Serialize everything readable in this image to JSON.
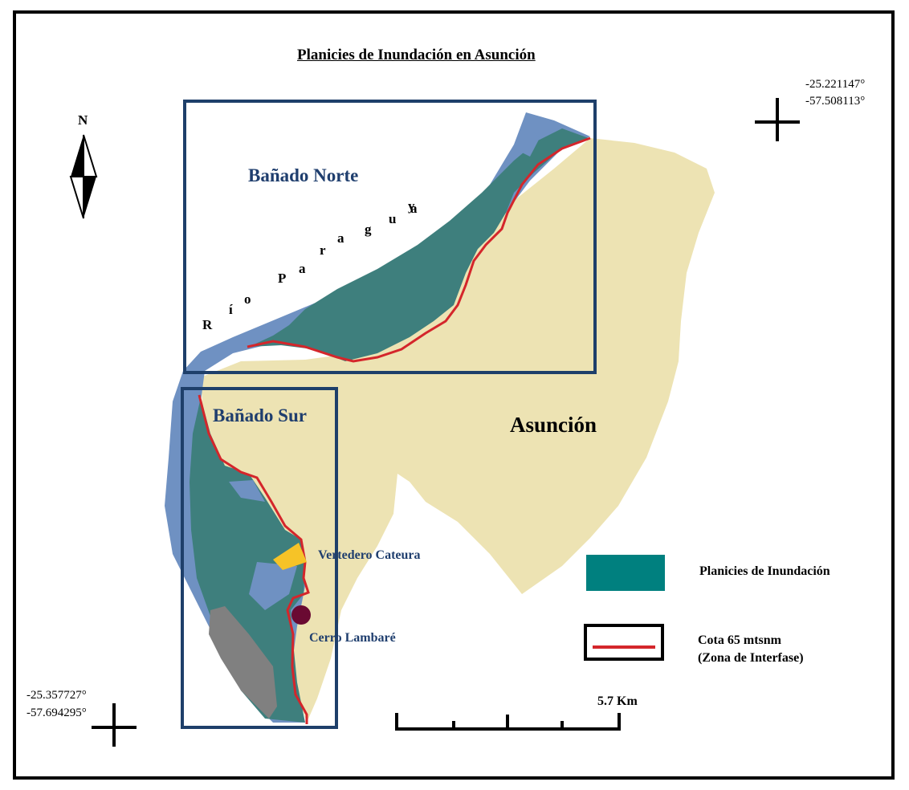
{
  "title": "Planicies de Inundación en Asunción",
  "north_label": "N",
  "coords": {
    "top_right_lat": "-25.221147°",
    "top_right_lon": "-57.508113°",
    "bottom_left_lat": "-25.357727°",
    "bottom_left_lon": "-57.694295°"
  },
  "places": {
    "banado_norte": "Bañado Norte",
    "banado_sur": "Bañado Sur",
    "asuncion": "Asunción",
    "vertedero": "Vertedero Cateura",
    "cerro": "Cerro Lambaré"
  },
  "river_letters": [
    "R",
    "í",
    "o",
    "P",
    "a",
    "r",
    "a",
    "g",
    "u",
    "a",
    "y"
  ],
  "legend": {
    "floodplain_label": "Planicies de Inundación",
    "cota_label_1": "Cota 65 mtsnm",
    "cota_label_2": "(Zona de Interfase)"
  },
  "scale_label": "5.7 Km",
  "colors": {
    "city": "#EDE3B3",
    "river": "#6F91C2",
    "floodplain": "#3E7F7D",
    "legend_floodplain": "#00807F",
    "contour": "#D4262B",
    "frame": "#1E3F6A",
    "gray": "#808080",
    "landfill": "#F6C327",
    "cerro": "#6A0A32",
    "label_blue": "#1F3E6E"
  }
}
